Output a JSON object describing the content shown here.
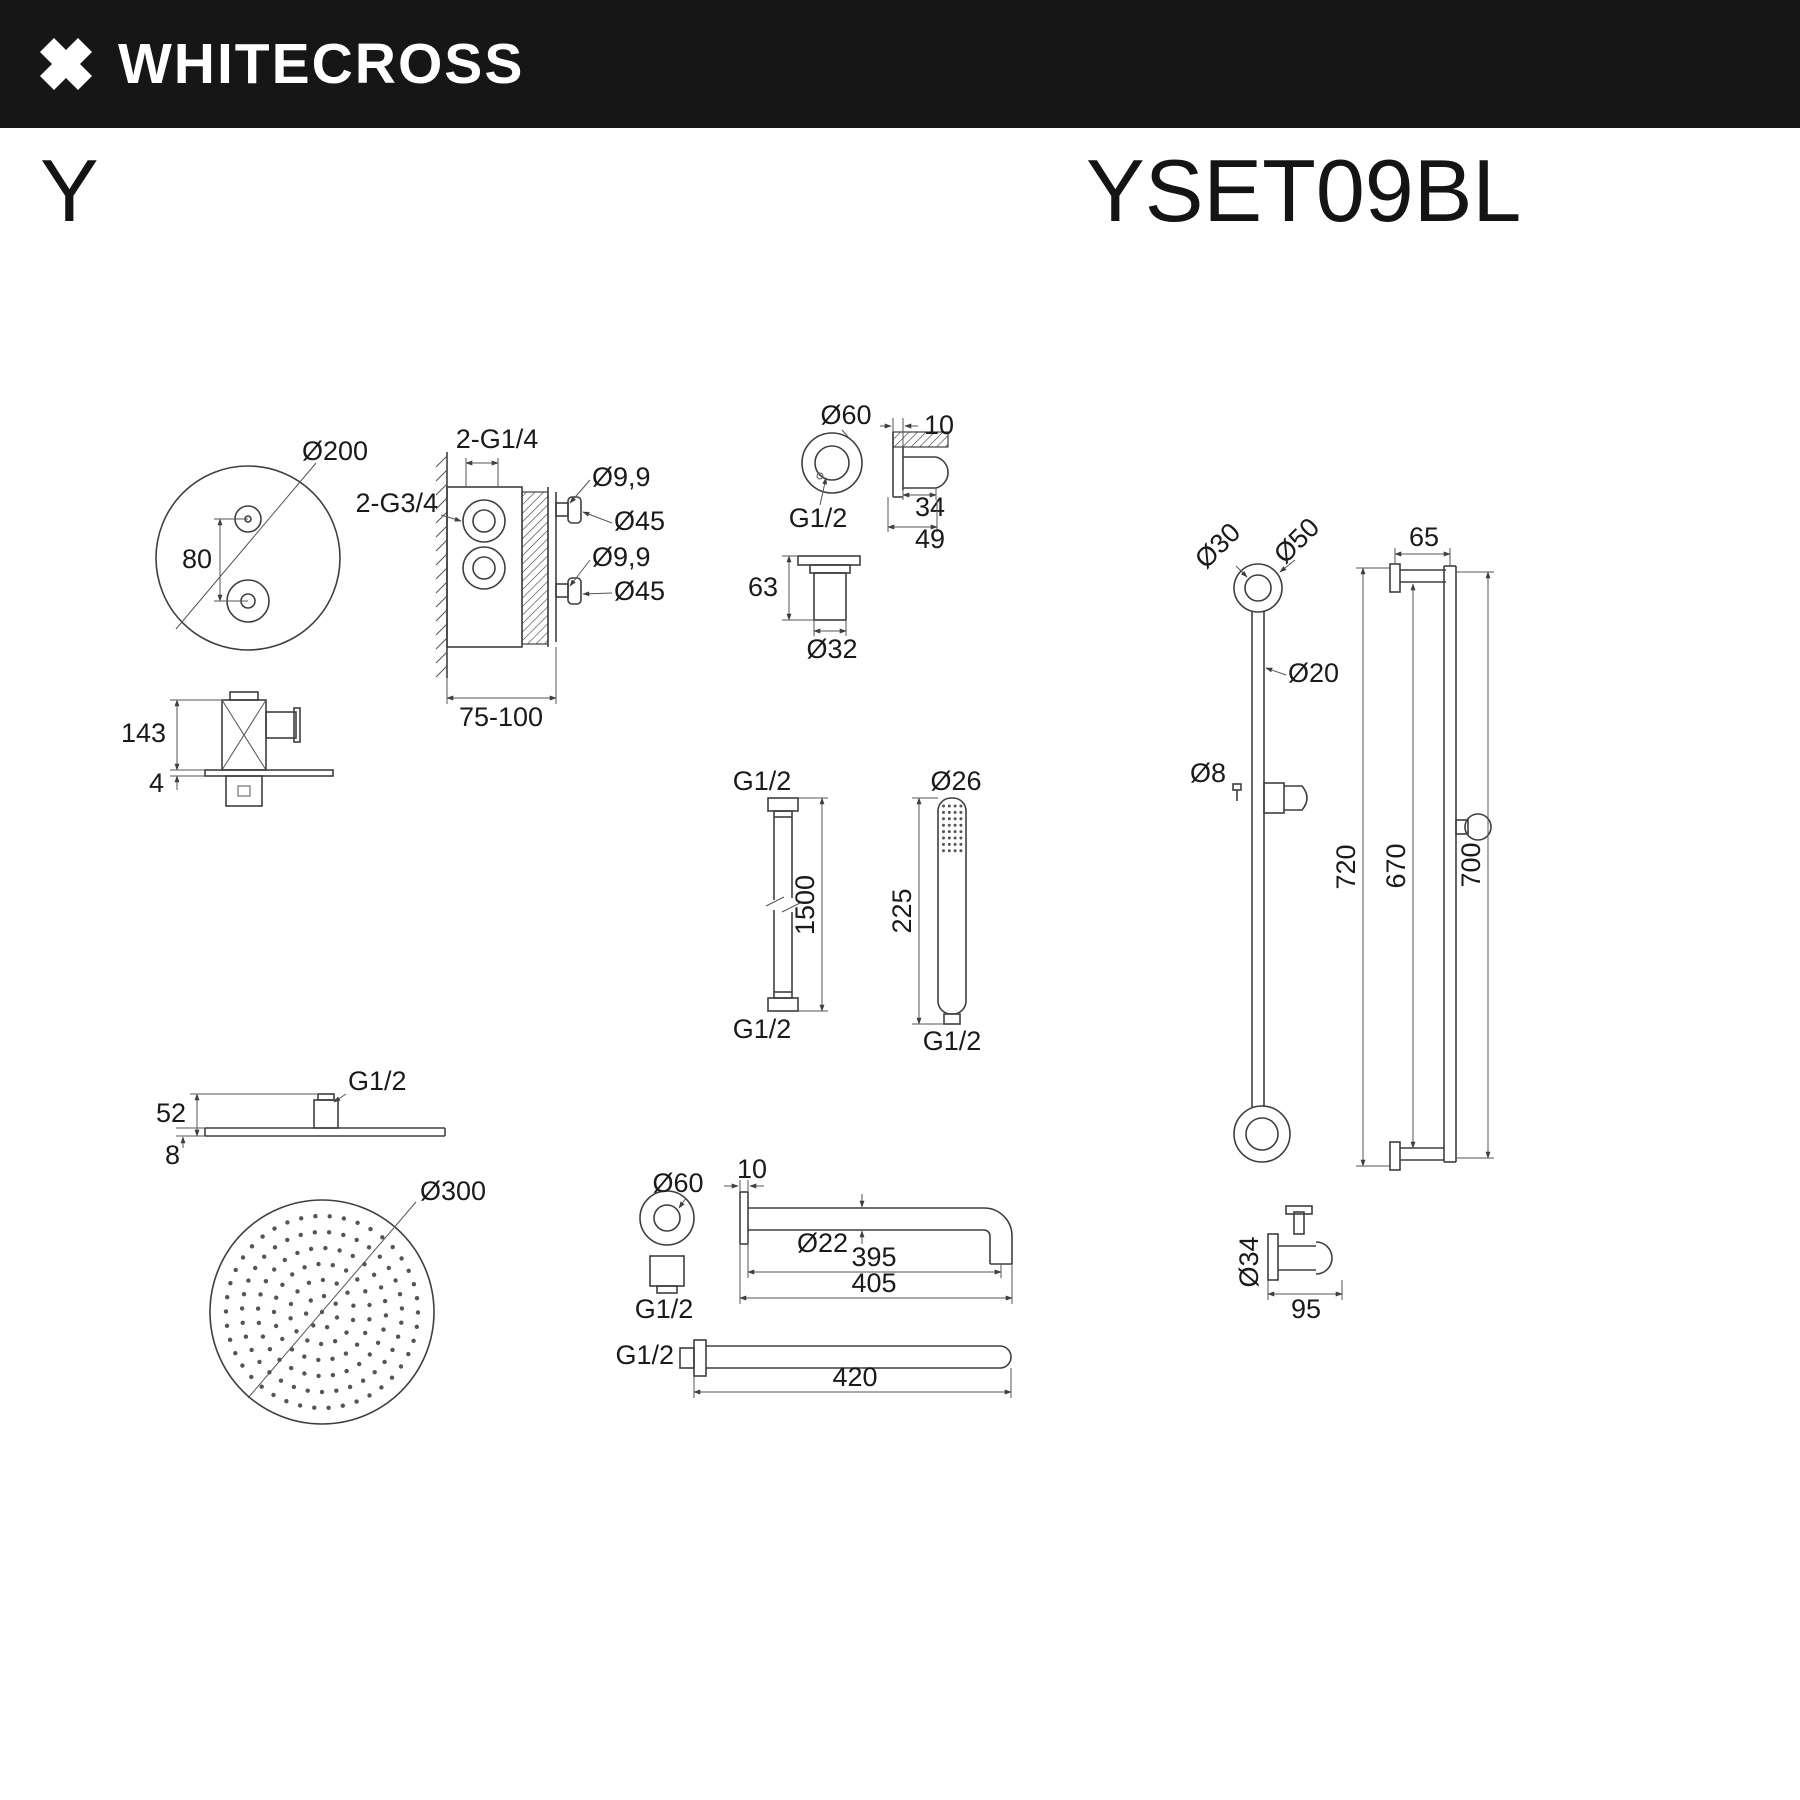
{
  "brand": {
    "name": "WHITECROSS"
  },
  "product": {
    "series": "Y",
    "model": "YSET09BL"
  },
  "colors": {
    "header_bg": "#161616",
    "line": "#3f3f3f",
    "text": "#1a1a1a",
    "bg": "#ffffff"
  },
  "labels": {
    "valve_front": {
      "dia": "Ø200",
      "spacing": "80"
    },
    "valve_rough": {
      "top": "2-G1/4",
      "left": "2-G3/4",
      "stem1": "Ø9,9",
      "esc1": "Ø45",
      "stem2": "Ø9,9",
      "esc2": "Ø45",
      "depth": "75-100"
    },
    "valve_trim": {
      "height": "143",
      "plate": "4"
    },
    "elbow": {
      "dia": "Ø60",
      "wall": "10",
      "thread": "G1/2",
      "w34": "34",
      "w49": "49",
      "h63": "63",
      "pipe": "Ø32"
    },
    "hose": {
      "top": "G1/2",
      "len": "1500",
      "bottom": "G1/2"
    },
    "hand": {
      "dia": "Ø26",
      "len": "225",
      "thread": "G1/2"
    },
    "bar_front": {
      "d30": "Ø30",
      "d50": "Ø50",
      "d20": "Ø20",
      "d8": "Ø8"
    },
    "bar_side": {
      "w65": "65",
      "h720": "720",
      "h670": "670",
      "h700": "700"
    },
    "head_side": {
      "thread": "G1/2",
      "h52": "52",
      "h8": "8"
    },
    "head_front": {
      "dia": "Ø300"
    },
    "arm": {
      "dia": "Ø60",
      "wall": "10",
      "pipe": "Ø22",
      "l395": "395",
      "l405": "405",
      "thread": "G1/2"
    },
    "arm2": {
      "thread": "G1/2",
      "len": "420"
    },
    "bracket": {
      "dia": "Ø34",
      "w95": "95"
    }
  }
}
